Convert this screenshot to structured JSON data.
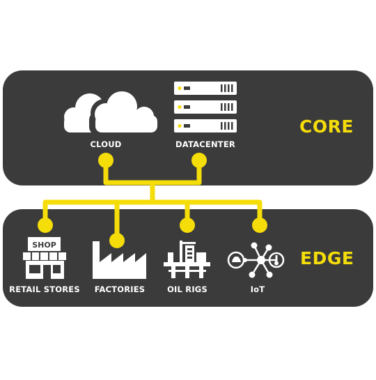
{
  "colors": {
    "panel": "#3b3b3b",
    "accent": "#f5dd0a",
    "icon": "#ffffff",
    "background": "#ffffff"
  },
  "core": {
    "tier_label": "CORE",
    "nodes": [
      {
        "label": "CLOUD",
        "icon": "cloud-icon"
      },
      {
        "label": "DATACENTER",
        "icon": "server-rack-icon"
      }
    ]
  },
  "edge": {
    "tier_label": "EDGE",
    "shop_sign": "SHOP",
    "nodes": [
      {
        "label": "RETAIL STORES",
        "icon": "shop-icon"
      },
      {
        "label": "FACTORIES",
        "icon": "factory-icon"
      },
      {
        "label": "OIL RIGS",
        "icon": "oil-rig-icon"
      },
      {
        "label": "IoT",
        "icon": "iot-network-icon"
      }
    ]
  }
}
